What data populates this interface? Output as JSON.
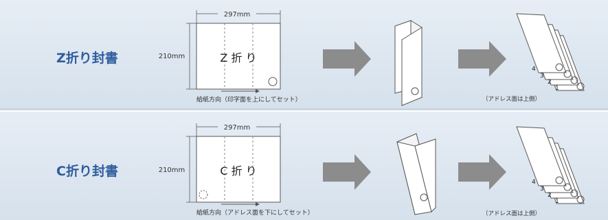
{
  "colors": {
    "band": "#dfe8f1",
    "band_edge": "#c9d6e4",
    "label": "#2f5d9e",
    "arrow": "#8c8c8c",
    "paper_stroke": "#555555"
  },
  "rows": [
    {
      "label": "Z折り封書",
      "width_label": "297mm",
      "height_label": "210mm",
      "sheet_label": "Z 折 り",
      "direction_label": "給紙方向（印字面を上にしてセット）",
      "stack_numbers": [
        "4",
        "3",
        "2",
        "1"
      ],
      "stack_note": "（アドレス面は上側）"
    },
    {
      "label": "C折り封書",
      "width_label": "297mm",
      "height_label": "210mm",
      "sheet_label": "C 折 り",
      "direction_label": "給紙方向（アドレス面を下にしてセット）",
      "stack_numbers": [
        "4",
        "3",
        "2",
        "1"
      ],
      "stack_note": "（アドレス面は上側）"
    }
  ]
}
